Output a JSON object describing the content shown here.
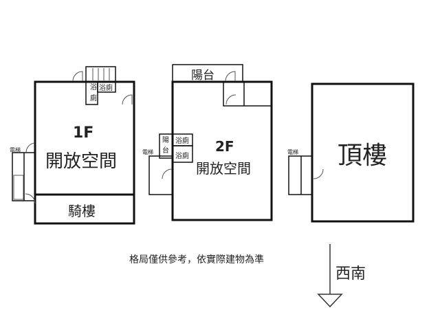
{
  "floor1": {
    "title": "1F",
    "main_room": "開放空間",
    "arcade": "騎樓",
    "bath1": "浴",
    "bath2": "浴廁",
    "bath3": "廁",
    "elevator": "電梯"
  },
  "floor2": {
    "title": "2F",
    "main_room": "開放空間",
    "balcony_top": "陽台",
    "balcony_side_1": "陽",
    "balcony_side_2": "台",
    "bath1": "浴廁",
    "bath2": "浴廁",
    "elevator": "電梯"
  },
  "roof": {
    "title": "頂樓",
    "elevator": "電梯"
  },
  "note": "格局僅供參考，依實際建物為準",
  "compass": {
    "label": "西南"
  }
}
